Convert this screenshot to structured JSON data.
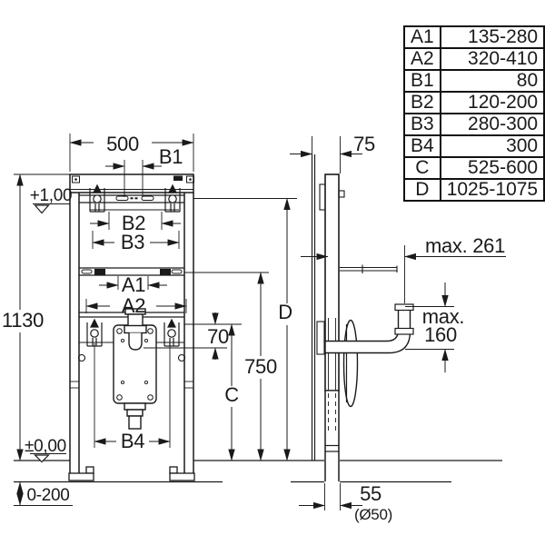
{
  "spec_table": {
    "rows": [
      {
        "label": "A1",
        "value": "135-280"
      },
      {
        "label": "A2",
        "value": "320-410"
      },
      {
        "label": "B1",
        "value": "80"
      },
      {
        "label": "B2",
        "value": "120-200"
      },
      {
        "label": "B3",
        "value": "280-300"
      },
      {
        "label": "B4",
        "value": "300"
      },
      {
        "label": "C",
        "value": "525-600"
      },
      {
        "label": "D",
        "value": "1025-1075"
      }
    ]
  },
  "front_view": {
    "width_label": "500",
    "b1_label": "B1",
    "b2_label": "B2",
    "b3_label": "B3",
    "a1_label": "A1",
    "a2_label": "A2",
    "b4_label": "B4",
    "height_label": "1130",
    "outlet_offset_label": "70",
    "level_top_label": "+1,00",
    "level_floor_label": "±0,00",
    "floor_range_label": "0-200"
  },
  "side_view": {
    "depth_label": "75",
    "d_label": "D",
    "height_750_label": "750",
    "c_label": "C",
    "max_reach_label": "max. 261",
    "max_word": "max.",
    "max_height_label": "160",
    "pipe_offset_label": "55",
    "pipe_diameter_label": "(Ø50)"
  },
  "colors": {
    "line": "#1a1a1a",
    "background": "#ffffff"
  }
}
